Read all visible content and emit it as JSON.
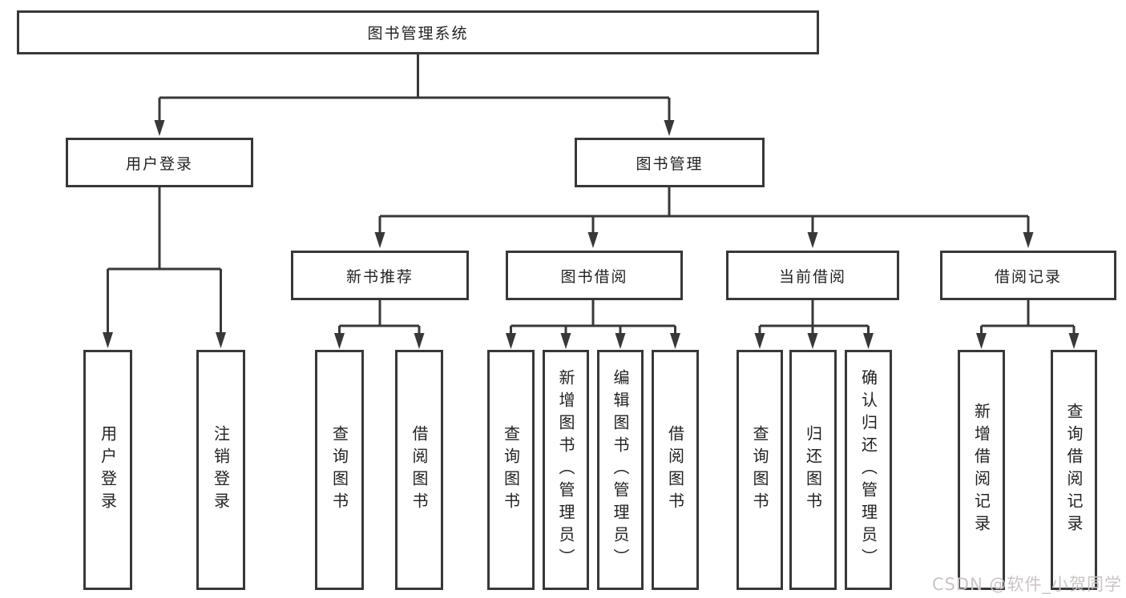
{
  "diagram_title": "图书管理系统",
  "nodes": {
    "root": {
      "label": "图书管理系统"
    },
    "user_login": {
      "label": "用户登录"
    },
    "book_mgmt": {
      "label": "图书管理"
    },
    "new_book_rec": {
      "label": "新书推荐"
    },
    "book_borrow": {
      "label": "图书借阅"
    },
    "current_borrow": {
      "label": "当前借阅"
    },
    "borrow_record": {
      "label": "借阅记录"
    },
    "leaf_user_login": {
      "label": "用户登录"
    },
    "leaf_logout": {
      "label": "注销登录"
    },
    "rec_query_book": {
      "label": "查询图书"
    },
    "rec_borrow_book": {
      "label": "借阅图书"
    },
    "bor_query_book": {
      "label": "查询图书"
    },
    "bor_add_book": {
      "label": "新增图书（管理员）"
    },
    "bor_edit_book": {
      "label": "编辑图书（管理员）"
    },
    "bor_borrow_book": {
      "label": "借阅图书"
    },
    "cur_query_book": {
      "label": "查询图书"
    },
    "cur_return_book": {
      "label": "归还图书"
    },
    "cur_confirm_return": {
      "label": "确认归还（管理员）"
    },
    "hist_add_record": {
      "label": "新增借阅记录"
    },
    "hist_query_record": {
      "label": "查询借阅记录"
    }
  },
  "structure": {
    "图书管理系统": [
      "用户登录",
      "图书管理"
    ],
    "用户登录": [
      "用户登录",
      "注销登录"
    ],
    "图书管理": [
      "新书推荐",
      "图书借阅",
      "当前借阅",
      "借阅记录"
    ],
    "新书推荐": [
      "查询图书",
      "借阅图书"
    ],
    "图书借阅": [
      "查询图书",
      "新增图书（管理员）",
      "编辑图书（管理员）",
      "借阅图书"
    ],
    "当前借阅": [
      "查询图书",
      "归还图书",
      "确认归还（管理员）"
    ],
    "借阅记录": [
      "新增借阅记录",
      "查询借阅记录"
    ]
  },
  "watermark": {
    "text": "CSDN @软件_小贺同学",
    "color": "#cbc4c4"
  },
  "colors": {
    "background": "#ffffff",
    "line": "#383838",
    "box_border": "#383838",
    "box_fill": "#ffffff",
    "text": "#222222"
  }
}
